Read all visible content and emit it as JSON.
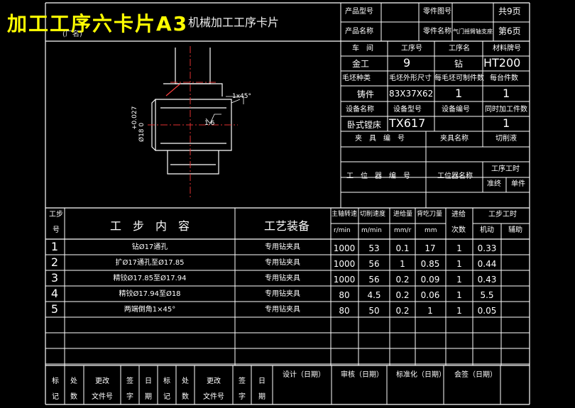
{
  "overlay_title": "加工工序六卡片A3",
  "header": {
    "factory": "(厂名)",
    "card_name": "机械加工工序卡片",
    "product_model_label": "产品型号",
    "part_drawing_no_label": "零件图号",
    "product_name_label": "产品名称",
    "part_name_label": "零件名称",
    "part_name_value": "气门摇臂轴支座",
    "total_pages": "共9页",
    "page_no": "第6页"
  },
  "info": {
    "workshop_label": "车　间",
    "process_no_label": "工序号",
    "process_name_label": "工序名",
    "material_label": "材料牌号",
    "workshop": "金工",
    "process_no": "9",
    "process_name": "钻",
    "material": "HT200",
    "blank_type_label": "毛坯种类",
    "blank_size_label": "毛坯外形尺寸",
    "parts_per_blank_label": "每毛坯可制件数",
    "parts_per_unit_label": "每台件数",
    "blank_type": "铸件",
    "blank_size": "83X37X62",
    "parts_per_blank": "1",
    "parts_per_unit": "1",
    "equip_name_label": "设备名称",
    "equip_model_label": "设备型号",
    "equip_no_label": "设备编号",
    "simul_parts_label": "同时加工件数",
    "equip_name": "卧式镗床",
    "equip_model": "TX617",
    "simul_parts": "1",
    "fixture_no_label": "夹　具　编　号",
    "fixture_name_label": "夹具名称",
    "coolant_label": "切削液",
    "station_tool_no_label": "工　位　器　编　号",
    "station_tool_name_label": "工位器名称",
    "process_time_label": "工序工时",
    "prep_label": "准终",
    "unit_label": "单件"
  },
  "drawing": {
    "chamfer": "1x45°",
    "tolerance": "+0.027",
    "diameter": "Ø18 0",
    "roughness": "1.6"
  },
  "steps_table": {
    "h_step_no": [
      "工步",
      "号"
    ],
    "h_content": "工　步　内　容",
    "h_equipment": "工艺装备",
    "h_spindle": [
      "主轴转速",
      "r/min"
    ],
    "h_cut_speed": [
      "切削速度",
      "m/min"
    ],
    "h_feed": [
      "进给量",
      "mm/r"
    ],
    "h_depth": [
      "背吃刀量",
      "mm"
    ],
    "h_passes": [
      "进给",
      "次数"
    ],
    "h_time": "工步工时",
    "h_machine": "机动",
    "h_aux": "辅助",
    "rows": [
      {
        "no": "1",
        "content": "钻Ø17通孔",
        "equip": "专用钻夹具",
        "rpm": "1000",
        "speed": "53",
        "feed": "0.1",
        "depth": "17",
        "passes": "1",
        "time": "0.33"
      },
      {
        "no": "2",
        "content": "扩Ø17通孔至Ø17.85",
        "equip": "专用钻夹具",
        "rpm": "1000",
        "speed": "56",
        "feed": "1",
        "depth": "0.85",
        "passes": "1",
        "time": "0.44"
      },
      {
        "no": "3",
        "content": "精铰Ø17.85至Ø17.94",
        "equip": "专用钻夹具",
        "rpm": "1000",
        "speed": "56",
        "feed": "0.2",
        "depth": "0.09",
        "passes": "1",
        "time": "0.43"
      },
      {
        "no": "4",
        "content": "精铰Ø17.94至Ø18",
        "equip": "专用钻夹具",
        "rpm": "80",
        "speed": "4.5",
        "feed": "0.2",
        "depth": "0.06",
        "passes": "1",
        "time": "5.5"
      },
      {
        "no": "5",
        "content": "两端倒角1×45°",
        "equip": "专用钻夹具",
        "rpm": "80",
        "speed": "50",
        "feed": "0.2",
        "depth": "1",
        "passes": "1",
        "time": "0.05"
      }
    ]
  },
  "footer": {
    "mark": [
      "标",
      "记"
    ],
    "count": [
      "处",
      "数"
    ],
    "change_doc": [
      "更改",
      "文件号"
    ],
    "sign": [
      "签",
      "字"
    ],
    "date": [
      "日",
      "期"
    ],
    "design": "设计（日期）",
    "review": "审核（日期）",
    "standard": "标准化（日期）",
    "countersign": "会签（日期）"
  }
}
